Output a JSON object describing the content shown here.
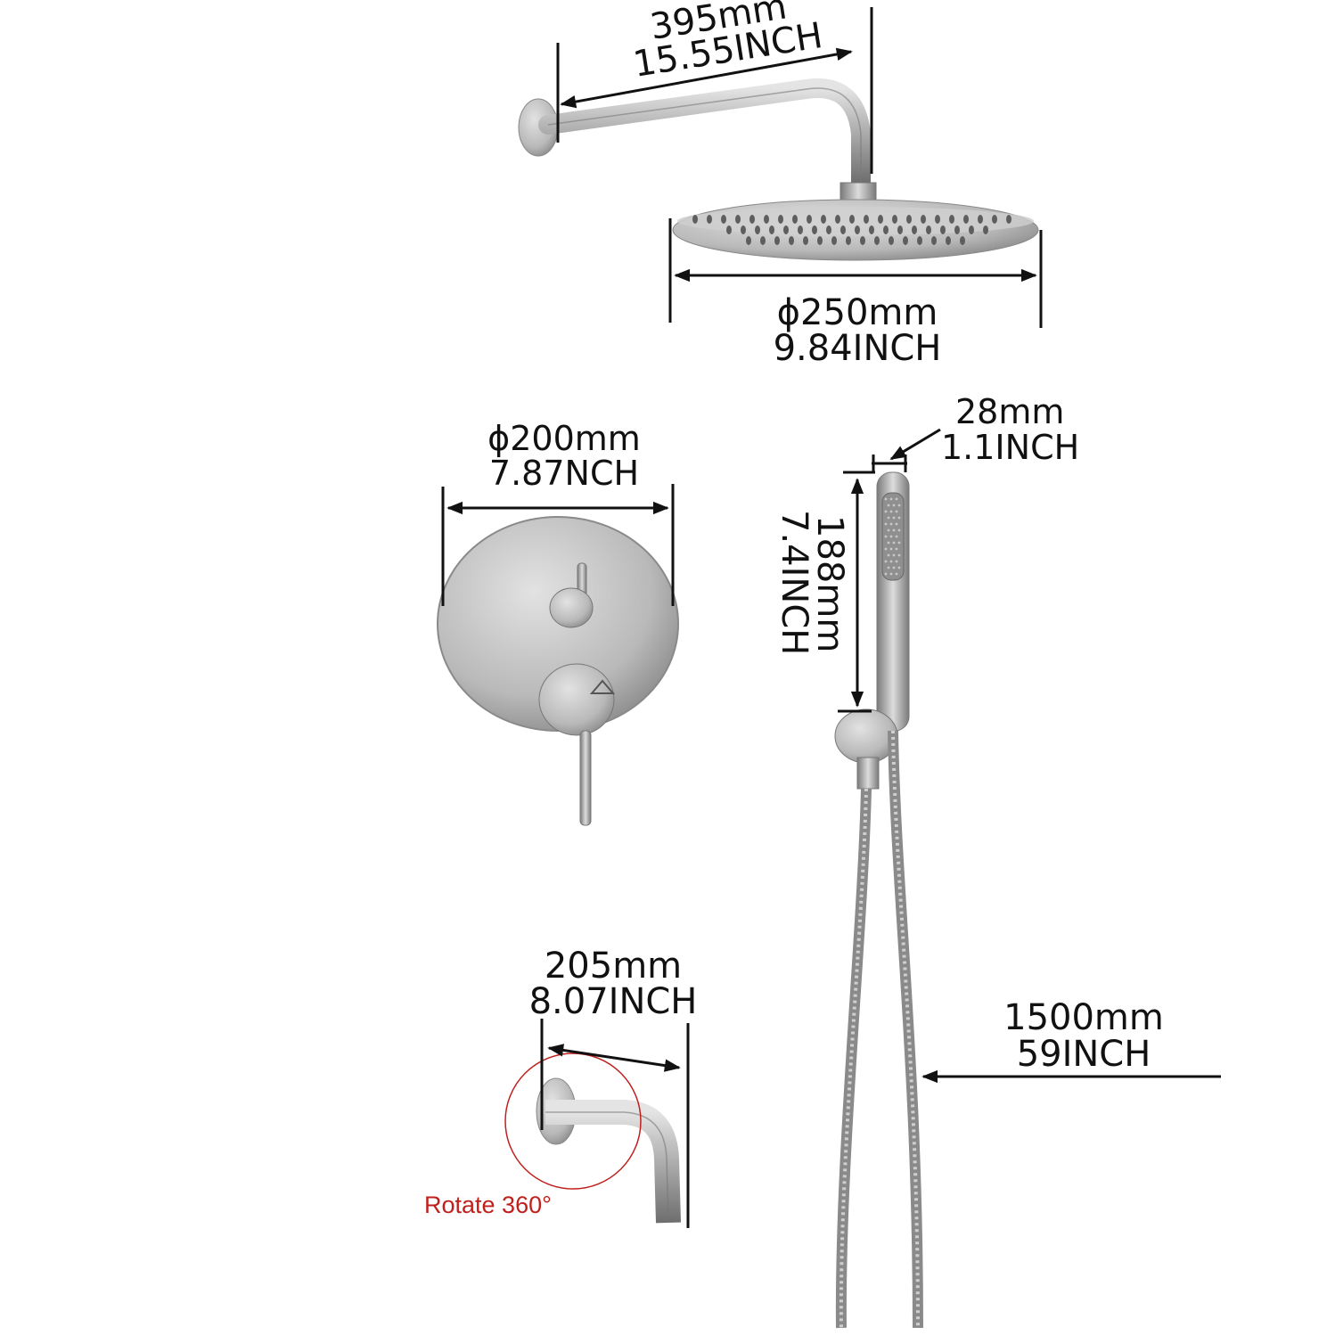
{
  "colors": {
    "accent_red": "#c0201c",
    "metal_light": "#d8d8d8",
    "metal_mid": "#a9a9a9",
    "metal_dark": "#6f6f6f",
    "line": "#111111"
  },
  "dimensions": {
    "shower_arm": {
      "metric": "395mm",
      "imperial": "15.55INCH"
    },
    "shower_head": {
      "metric": "ϕ250mm",
      "imperial": "9.84INCH"
    },
    "valve_plate": {
      "metric": "ϕ200mm",
      "imperial": "7.87NCH"
    },
    "hand_shower_diameter": {
      "metric": "28mm",
      "imperial": "1.1INCH"
    },
    "hand_shower_length": {
      "metric": "188mm",
      "imperial": "7.4INCH"
    },
    "hose": {
      "metric": "1500mm",
      "imperial": "59INCH"
    },
    "tub_spout": {
      "metric": "205mm",
      "imperial": "8.07INCH"
    }
  },
  "annotations": {
    "rotate": "Rotate 360°"
  }
}
